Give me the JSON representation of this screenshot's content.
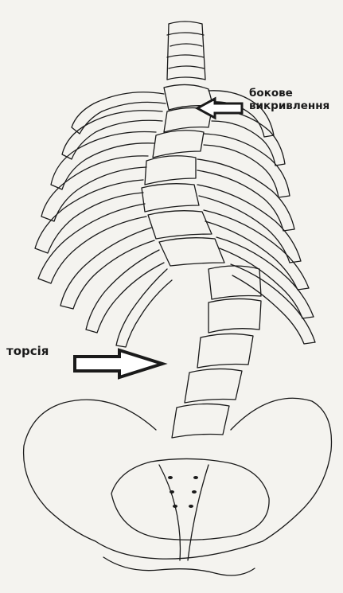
{
  "labels": {
    "lateral_curvature_line1": "бокове",
    "lateral_curvature_line2": "викривлення",
    "torsion": "торсія"
  },
  "colors": {
    "background": "#f4f3ef",
    "ink": "#1a1a1a"
  },
  "icons": {
    "arrow_lateral": "hollow-arrow-left",
    "arrow_torsion": "hollow-arrow-right"
  }
}
